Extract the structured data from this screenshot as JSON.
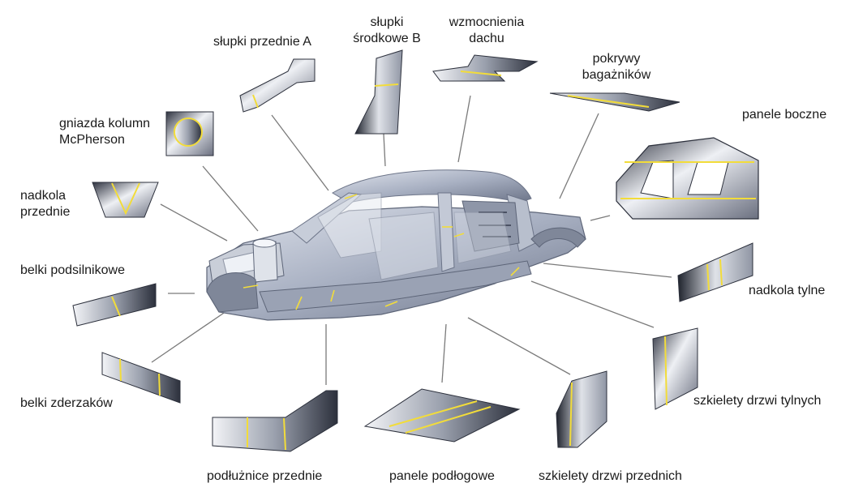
{
  "labels": {
    "a_pillars": "słupki przednie A",
    "b_pillars_l1": "słupki",
    "b_pillars_l2": "środkowe B",
    "roof_l1": "wzmocnienia",
    "roof_l2": "dachu",
    "trunk_l1": "pokrywy",
    "trunk_l2": "bagażników",
    "side_panels": "panele boczne",
    "mcpherson_l1": "gniazda kolumn",
    "mcpherson_l2": "McPherson",
    "front_wheelarch_l1": "nadkola",
    "front_wheelarch_l2": "przednie",
    "engine_beams": "belki podsilnikowe",
    "rear_wheelarch": "nadkola tylne",
    "bumper_beams": "belki zderzaków",
    "rear_door_frames": "szkielety drzwi tylnych",
    "front_rails": "podłużnice przednie",
    "floor_panels": "panele podłogowe",
    "front_door_frames": "szkielety drzwi przednich"
  },
  "colors": {
    "weld_line": "#f2dc3a",
    "leader_line": "#7a7a7a",
    "metal_light": "#eef0f4",
    "metal_dark": "#3d4250"
  }
}
